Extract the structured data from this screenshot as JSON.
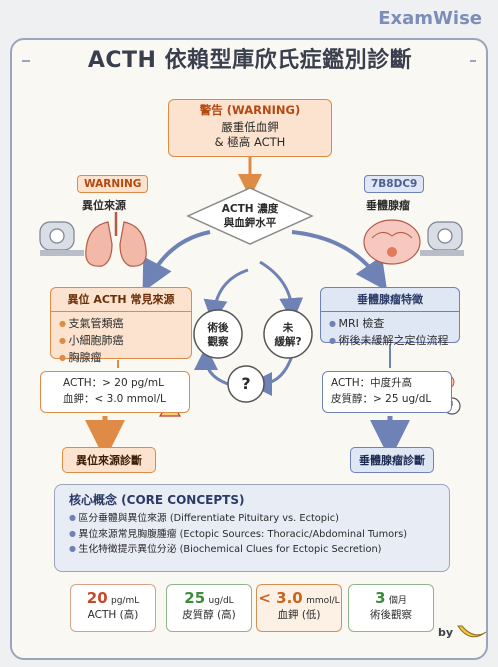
{
  "brand": "ExamWise",
  "title": "ACTH 依賴型庫欣氏症鑑別診斷",
  "warning_box": {
    "header": "警告 (WARNING)",
    "line1": "嚴重低血鉀",
    "line2": "& 極高 ACTH"
  },
  "center_diamond": {
    "line1": "ACTH 濃度",
    "line2": "與血鉀水平"
  },
  "left_branch": {
    "tag": "WARNING",
    "label": "異位來源",
    "panel_title": "異位 ACTH 常見來源",
    "items": [
      "支氣管類癌",
      "小細胞肺癌",
      "胸腺瘤"
    ],
    "lab_line1": "ACTH：> 20 pg/mL",
    "lab_line2": "血鉀：< 3.0 mmol/L",
    "result": "異位來源診斷"
  },
  "right_branch": {
    "tag": "7B8DC9",
    "label": "垂體腺瘤",
    "panel_title": "垂體腺瘤特徵",
    "items": [
      "MRI 檢查",
      "術後未緩解之定位流程"
    ],
    "lab_line1": "ACTH：中度升高",
    "lab_line2": "皮質醇：> 25 ug/dL",
    "result": "垂體腺瘤診斷"
  },
  "cycle": {
    "left_line1": "術後",
    "left_line2": "觀察",
    "right_line1": "未",
    "right_line2": "緩解?",
    "bottom": "?"
  },
  "core_concepts": {
    "title": "核心概念 (CORE CONCEPTS)",
    "items": [
      "區分垂體與異位來源 (Differentiate Pituitary vs. Ectopic)",
      "異位來源常見胸腹腫瘤 (Ectopic Sources: Thoracic/Abdominal Tumors)",
      "生化特徵提示異位分泌 (Biochemical Clues for Ectopic Secretion)"
    ]
  },
  "stats": [
    {
      "value": "20",
      "unit": "pg/mL",
      "label": "ACTH (高)"
    },
    {
      "value": "25",
      "unit": "ug/dL",
      "label": "皮質醇 (高)"
    },
    {
      "value": "< 3.0",
      "unit": "mmol/L",
      "label": "血鉀 (低)"
    },
    {
      "value": "3",
      "unit": "個月",
      "label": "術後觀察"
    }
  ],
  "byline": "by",
  "colors": {
    "orange": "#e08b45",
    "blue": "#6f82b6",
    "frame": "#9aa4bd"
  }
}
